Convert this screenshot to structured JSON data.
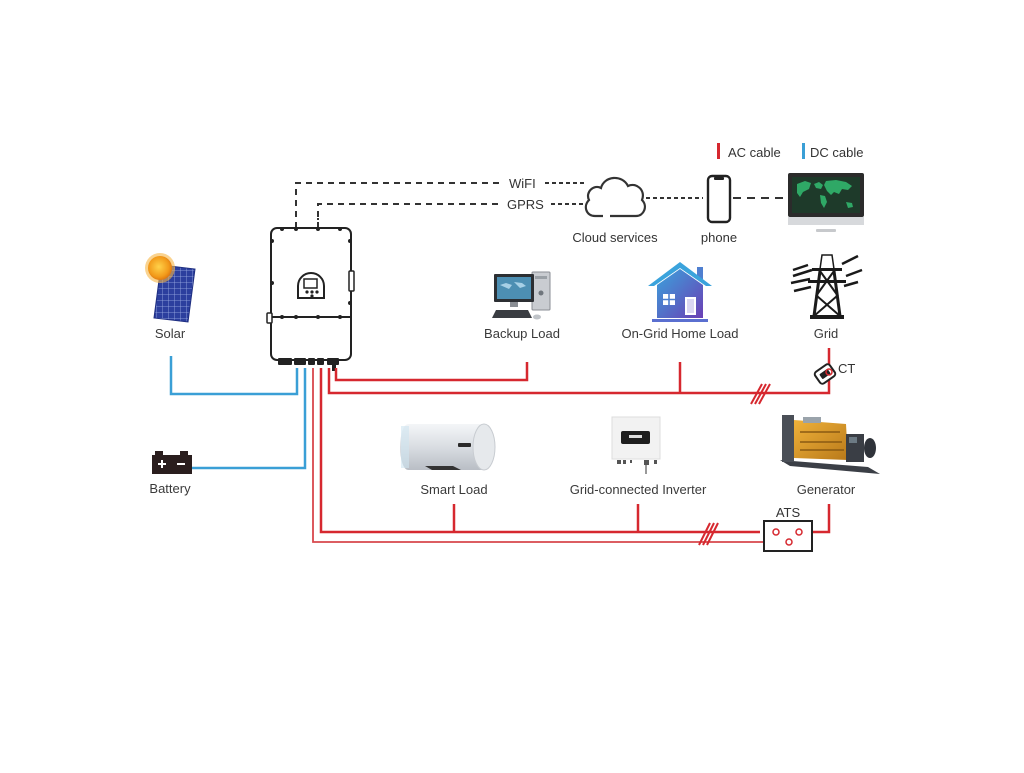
{
  "legend": {
    "ac_label": "AC cable",
    "dc_label": "DC cable",
    "ac_color": "#d6282f",
    "dc_color": "#3a9fd6"
  },
  "communication": {
    "wifi_label": "WiFI",
    "gprs_label": "GPRS"
  },
  "nodes": {
    "solar": "Solar",
    "battery": "Battery",
    "cloud": "Cloud services",
    "phone": "phone",
    "backup_load": "Backup Load",
    "home_load": "On-Grid Home Load",
    "grid": "Grid",
    "ct": "CT",
    "smart_load": "Smart Load",
    "grid_inverter": "Grid-connected Inverter",
    "generator": "Generator",
    "ats": "ATS"
  },
  "colors": {
    "house_top": "#3aa3dc",
    "house_bottom": "#6b3fb5",
    "monitor_map": "#2fa866",
    "generator_body": "#e0a22a"
  }
}
